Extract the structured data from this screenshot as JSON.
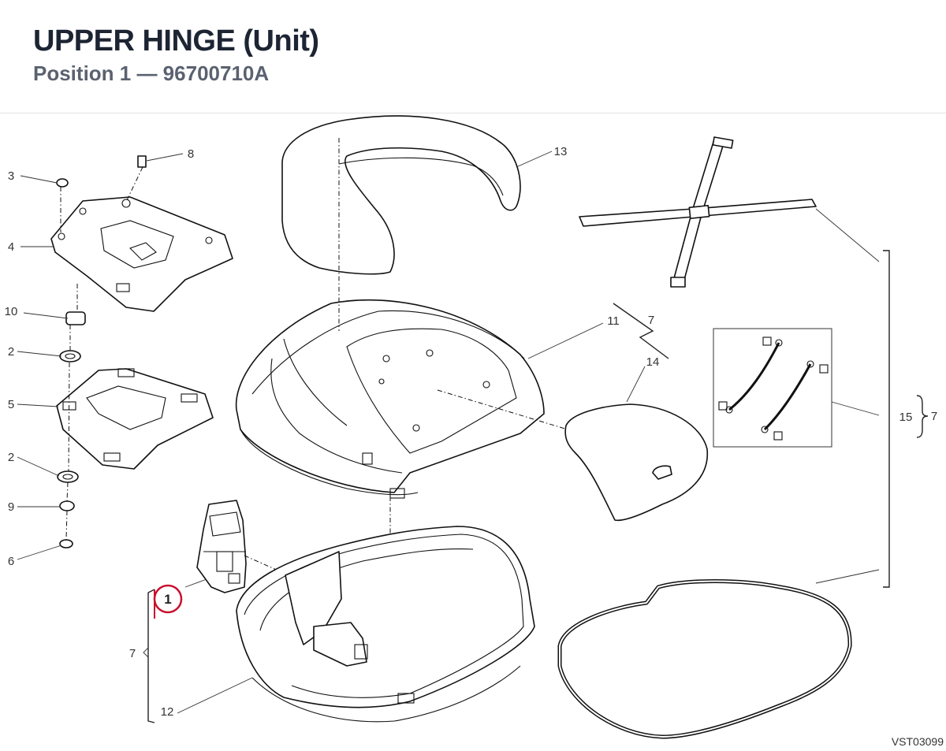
{
  "header": {
    "title": "UPPER HINGE (Unit)",
    "subtitle": "Position 1 — 96700710A"
  },
  "callouts": {
    "c1": "1",
    "c2a": "2",
    "c2b": "2",
    "c3": "3",
    "c4": "4",
    "c5": "5",
    "c6": "6",
    "c7_left": "7",
    "c7_mid": "7",
    "c7_right": "7",
    "c8": "8",
    "c9": "9",
    "c10": "10",
    "c11": "11",
    "c12": "12",
    "c13": "13",
    "c14": "14",
    "c15": "15"
  },
  "drawing_ref": "VST03099",
  "highlight_color": "#c8102e"
}
